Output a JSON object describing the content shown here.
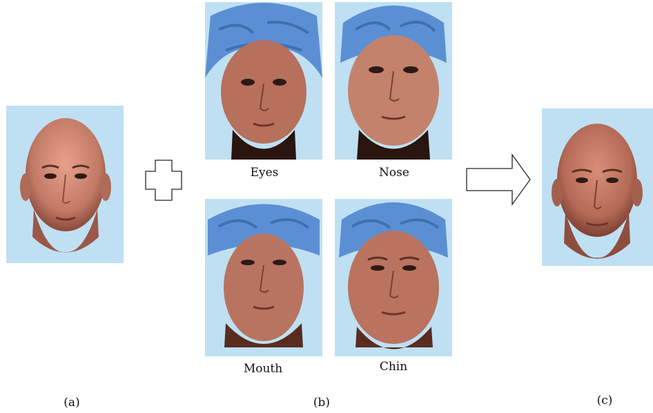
{
  "figure": {
    "panel_a_label": "(a)",
    "panel_b_label": "(b)",
    "panel_c_label": "(c)",
    "feature_labels": [
      "Eyes",
      "Nose",
      "Mouth",
      "Chin"
    ],
    "operators": [
      "plus-icon",
      "arrow-right-icon"
    ],
    "colors": {
      "panel_background": "#bfe0f2",
      "skin_base": "#c07a64",
      "skin_shadow": "#7a3f30",
      "cap_blue": "#5b8fd3"
    }
  }
}
